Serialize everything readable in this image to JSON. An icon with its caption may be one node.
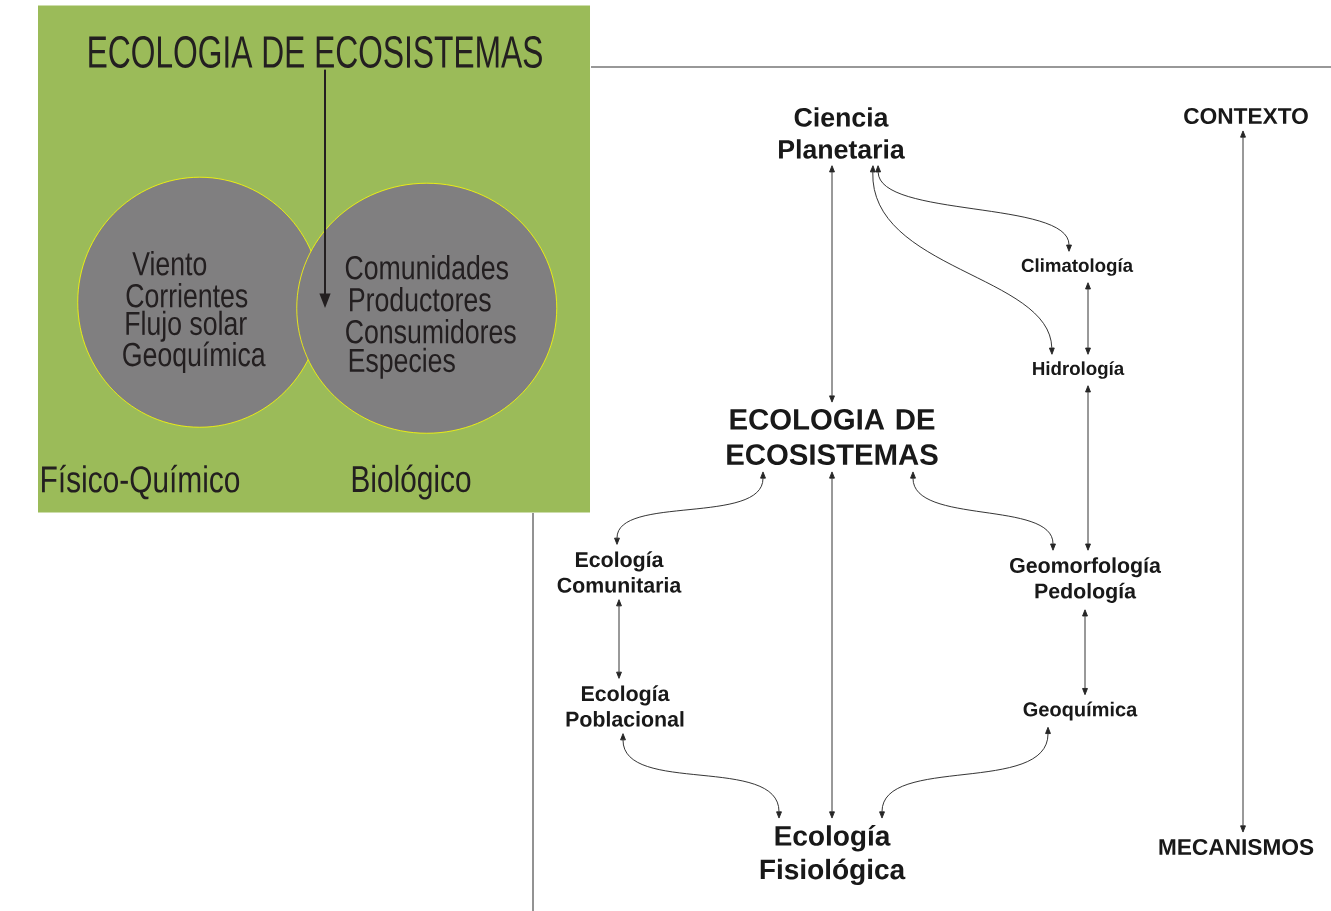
{
  "diagram": {
    "nodes": [
      {
        "text": [
          "ECOLOGIA DE ECOSISTEMAS"
        ]
      },
      {
        "text": [
          "Viento",
          "Corrientes",
          "Flujo solar",
          "Geoquímica"
        ],
        "beside": [
          "Físico-Químico"
        ],
        "in": 0
      },
      {
        "text": [
          "Comunidades",
          "Productores",
          "Consumidores",
          "Especies"
        ],
        "beside": [
          "Biológico"
        ],
        "in": 0
      },
      {
        "text": [
          "Ciencia Planetaria"
        ]
      },
      {
        "text": [
          "CONTEXTO"
        ]
      },
      {
        "text": [
          "Climatología"
        ]
      },
      {
        "text": [
          "Hidrología"
        ]
      },
      {
        "text": [
          "ECOLOGIA DE ECOSISTEMAS"
        ]
      },
      {
        "text": [
          "Ecología Comunitaria"
        ]
      },
      {
        "text": [
          "Geomorfología Pedología"
        ]
      },
      {
        "text": [
          "Ecología Poblacional"
        ]
      },
      {
        "text": [
          "Geoquímica"
        ]
      },
      {
        "text": [
          "MECANISMOS"
        ]
      },
      {
        "text": [
          "Ecología Fisiológica"
        ]
      }
    ],
    "edges": [
      {
        "from": 0,
        "to": 2,
        "arrow": "to"
      },
      {
        "from": 3,
        "to": 7,
        "arrow": "both"
      },
      {
        "from": 3,
        "to": 5,
        "arrow": "both"
      },
      {
        "from": 3,
        "to": 6,
        "arrow": "both"
      },
      {
        "from": 5,
        "to": 6,
        "arrow": "both"
      },
      {
        "from": 6,
        "to": 9,
        "arrow": "both"
      },
      {
        "from": 7,
        "to": 8,
        "arrow": "both"
      },
      {
        "from": 7,
        "to": 9,
        "arrow": "both"
      },
      {
        "from": 7,
        "to": 13,
        "arrow": "both"
      },
      {
        "from": 8,
        "to": 10,
        "arrow": "both"
      },
      {
        "from": 9,
        "to": 11,
        "arrow": "both"
      },
      {
        "from": 10,
        "to": 13,
        "arrow": "both"
      },
      {
        "from": 11,
        "to": 13,
        "arrow": "both"
      },
      {
        "from": 4,
        "to": 12,
        "arrow": "both"
      }
    ]
  }
}
